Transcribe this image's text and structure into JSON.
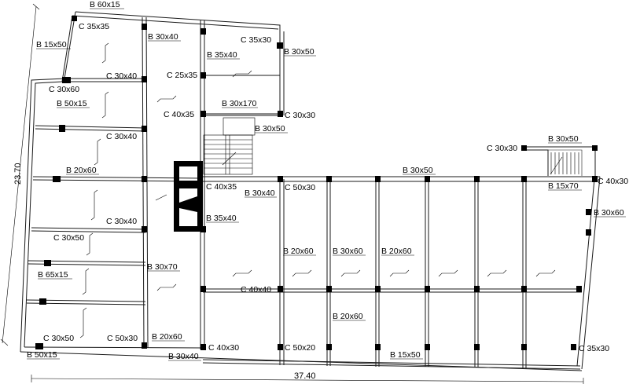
{
  "dimensions": {
    "overall_width": "37.40",
    "overall_height": "23.70"
  },
  "labels": {
    "b60x15": "B 60x15",
    "c35x35": "C  35x35",
    "b15x50": "B 15x50",
    "b30x40_top": "B 30x40",
    "c35x30_top": "C  35x30",
    "b35x40": "B 35x40",
    "b30x50_right": "B 30x50",
    "c30x40_1": "C 30x40",
    "c25x35": "C 25x35",
    "c30x60": "C 30x60",
    "b50x15": "B 50x15",
    "c40x35_a": "C 40x35",
    "b30x170": "B 30x170",
    "c30x30_a": "C 30x30",
    "b30x50_stair": "B 30x50",
    "c30x40_2": "C 30x40",
    "c30x30_b": "C 30x30",
    "b30x50_e": "B 30x50",
    "b20x60_a": "B 20x60",
    "b30x50_mid": "B 30x50",
    "c40x35_b": "C 40x35",
    "b30x40_mid": "B 30x40",
    "c50x30_a": "C 50x30",
    "b15x70": "B 15x70",
    "c40x30_right": "C 40x30",
    "b35x40_b": "B 35x40",
    "c30x40_3": "C 30x40",
    "b30x60_right": "B 30x60",
    "c30x50_a": "C 30x50",
    "b20x60_b": "B 20x60",
    "b30x60_mid": "B 30x60",
    "b20x60_c": "B 20x60",
    "b65x15": "B 65x15",
    "b30x70": "B 30x70",
    "c40x40": "C 40x40",
    "b20x60_d": "B 20x60",
    "c30x50_b": "C 30x50",
    "c50x30_b": "C 50x30",
    "b20x60_e": "B 20x60",
    "c40x30_bottom": "C 40x30",
    "c50x20": "C 50x20",
    "c35x30_bottom": "C 35x30",
    "b50x15_bottom": "B 50x15",
    "b30x40_bottom": "B 30x40",
    "b15x50_bottom": "B 15x50"
  },
  "colors": {
    "ink": "#000000",
    "paper": "#ffffff"
  }
}
